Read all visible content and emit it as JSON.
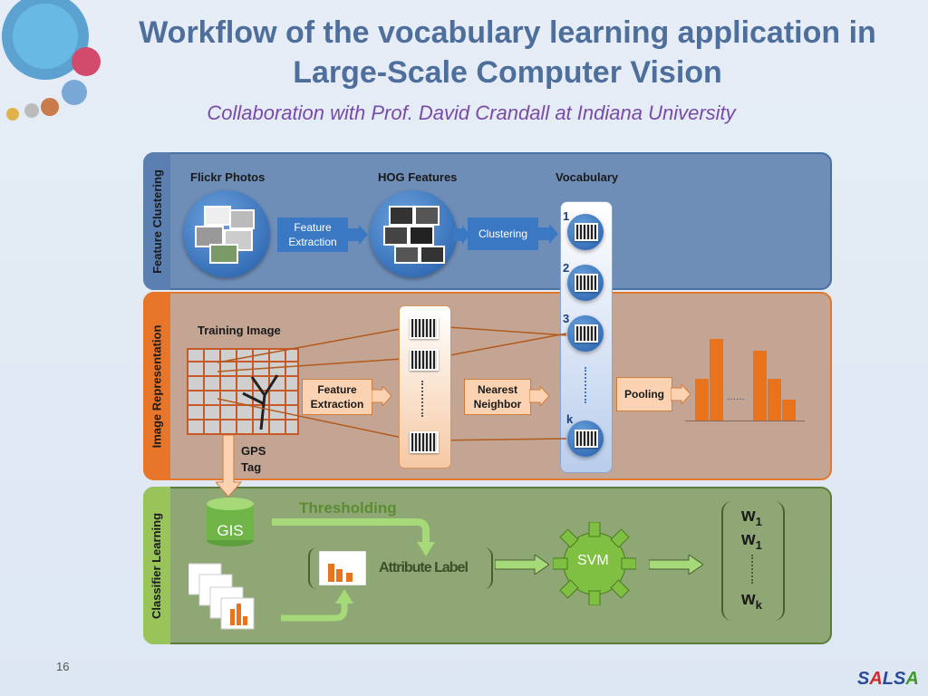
{
  "slide": {
    "title_line1": "Workflow of the vocabulary learning application in",
    "title_line2": "Large-Scale Computer Vision",
    "subtitle": "Collaboration with Prof. David Crandall at Indiana University",
    "page_number": "16",
    "logo": {
      "s1": "S",
      "a1": "A",
      "l": "L",
      "s2": "S",
      "a2": "A"
    }
  },
  "sections": {
    "feature_clustering": "Feature Clustering",
    "image_representation": "Image Representation",
    "classifier_learning": "Classifier Learning"
  },
  "feature_clustering": {
    "flickr_photos": "Flickr Photos",
    "hog_features": "HOG Features",
    "vocabulary": "Vocabulary",
    "feature_extraction": "Feature Extraction",
    "clustering": "Clustering"
  },
  "vocabulary_indices": [
    "1",
    "2",
    "3",
    "k"
  ],
  "image_representation": {
    "training_image": "Training Image",
    "feature_extraction": "Feature Extraction",
    "nearest_neighbor": "Nearest Neighbor",
    "pooling": "Pooling",
    "gps_tag": "GPS Tag",
    "histogram_ellipsis": "......"
  },
  "classifier_learning": {
    "gis": "GIS",
    "thresholding": "Thresholding",
    "attribute_label": "Attribute Label",
    "svm": "SVM",
    "weights": [
      "w1",
      "w1",
      "wk"
    ]
  },
  "colors": {
    "blue_panel": "#6e8db7",
    "orange_panel": "#c4a593",
    "green_panel": "#8fa774",
    "bar": "#e8731c"
  }
}
